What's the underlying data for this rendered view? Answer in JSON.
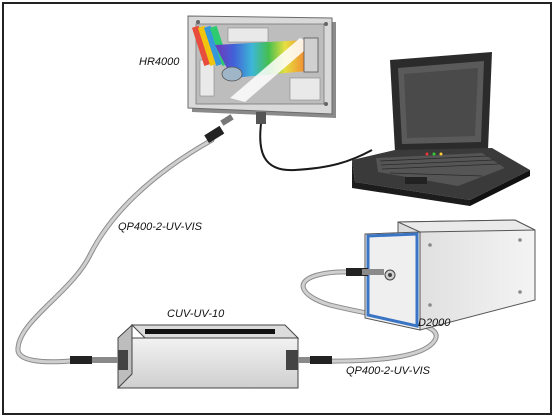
{
  "labels": {
    "spectrometer": "HR4000",
    "fiber_upper": "QP400-2-UV-VIS",
    "cuvette_holder": "CUV-UV-10",
    "light_source": "D2000",
    "fiber_lower": "QP400-2-UV-VIS"
  },
  "colors": {
    "frame": "#222222",
    "fiber": "#b9b9b9",
    "housing": "#e2e2e2",
    "d2000_accent": "#3a74c4",
    "laptop_body": "#2b2b2b"
  }
}
